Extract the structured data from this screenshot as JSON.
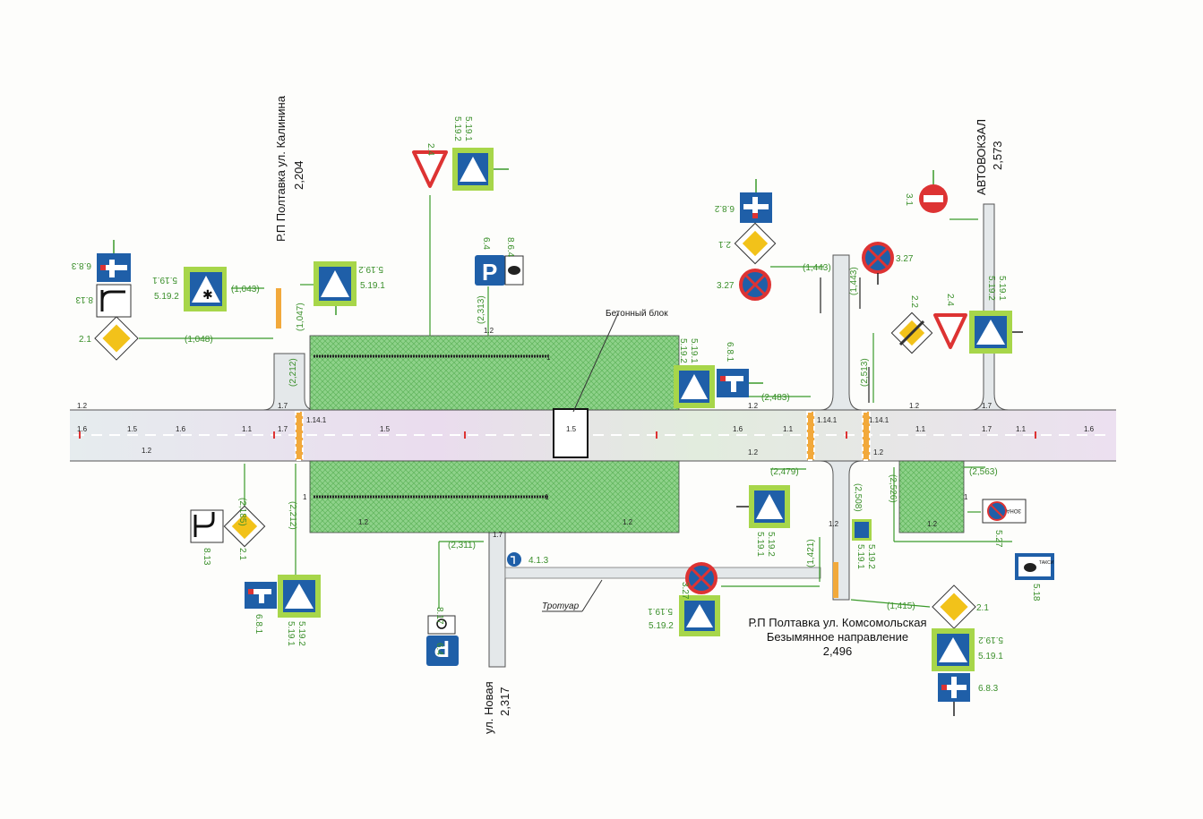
{
  "places": {
    "kalinina": {
      "line1": "Р.П Полтавка ул. Калинина",
      "km": "2,204"
    },
    "avtovokzal": {
      "line1": "АВТОВОКЗАЛ",
      "km": "2,573"
    },
    "komsomolskaya": {
      "line1": "Р.П Полтавка ул. Комсомольская",
      "line2": "Безымянное направление",
      "km": "2,496"
    },
    "novaya": {
      "line1": "ул. Новая",
      "km": "2,317"
    }
  },
  "labels": {
    "concrete_block": "Бетонный блок",
    "sidewalk": "Тротуар"
  },
  "road_marks": {
    "m12": "1.2",
    "m16": "1.6",
    "m15": "1.5",
    "m11": "1.1",
    "m17": "1.7",
    "m1141": "1.14.1",
    "m1": "1"
  },
  "sign_codes": {
    "s21": "2.1",
    "s22": "2.2",
    "s24": "2.4",
    "s31": "3.1",
    "s327": "3.27",
    "s4_1_3": "4.1.3",
    "s527": "5.27",
    "s5191": "5.19.1",
    "s5192": "5.19.2",
    "s64": "6.4",
    "s681": "6.8.1",
    "s682": "6.8.2",
    "s683": "6.8.3",
    "s813": "8.13",
    "s817": "8.17",
    "s864": "8.6.4",
    "s518": "5.18",
    "zone": "ЗОНА",
    "taxi": "ТАКСИ",
    "p": "P"
  },
  "distances": {
    "d1043": "(1,043)",
    "d1047": "(1,047)",
    "d1048": "(1,048)",
    "d2212a": "(2,212)",
    "d2212b": "(2,212)",
    "d2185": "(2,185)",
    "d2313": "(2,313)",
    "d2311": "(2,311)",
    "d2483": "(2,483)",
    "d2479": "(2,479)",
    "d1443a": "(1,443)",
    "d1443b": "(1,443)",
    "d2513": "(2,513)",
    "d2508": "(2,508)",
    "d2526": "(2,526)",
    "d2563": "(2,563)",
    "d1421": "(1,421)",
    "d1415": "(1,415)"
  }
}
